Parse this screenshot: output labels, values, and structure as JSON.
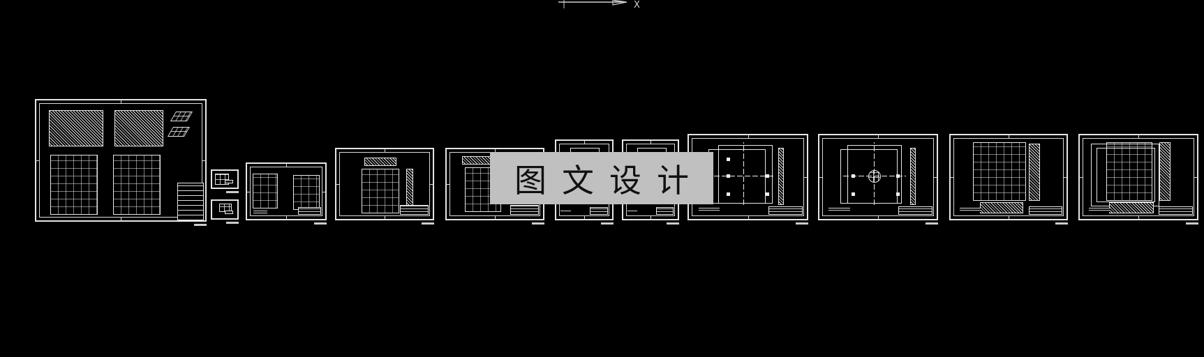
{
  "viewport": {
    "background": "#000000",
    "line_color": "#e6e6e6"
  },
  "ucs_icon": {
    "name": "ucs-axis-icon",
    "axis_label": "X"
  },
  "watermark": {
    "text": "图文设计",
    "background": "#c0c0c0",
    "text_color": "#111111"
  },
  "sheets": [
    {
      "id": 1,
      "label": "assembly-drawing",
      "content": "two elevations, two plan views, isometric views, parts list"
    },
    {
      "id": 2,
      "label": "small-detail-sheet-a",
      "content": "part detail"
    },
    {
      "id": 3,
      "label": "small-detail-sheet-b",
      "content": "part detail"
    },
    {
      "id": 4,
      "label": "part-sheet-plan-pair",
      "content": "two plan views"
    },
    {
      "id": 5,
      "label": "part-sheet-plate-a",
      "content": "plate with section"
    },
    {
      "id": 6,
      "label": "part-sheet-plate-b",
      "content": "plate with section"
    },
    {
      "id": 7,
      "label": "part-sheet-narrow-a",
      "content": "part detail"
    },
    {
      "id": 8,
      "label": "part-sheet-narrow-b",
      "content": "part detail"
    },
    {
      "id": 9,
      "label": "part-sheet-plate-c",
      "content": "plate with holes and section"
    },
    {
      "id": 10,
      "label": "part-sheet-plate-d",
      "content": "plate with holes and section"
    },
    {
      "id": 11,
      "label": "part-sheet-mold-plate",
      "content": "mold plate with sections"
    },
    {
      "id": 12,
      "label": "part-sheet-cavity-plate",
      "content": "cavity plate with sections"
    }
  ]
}
